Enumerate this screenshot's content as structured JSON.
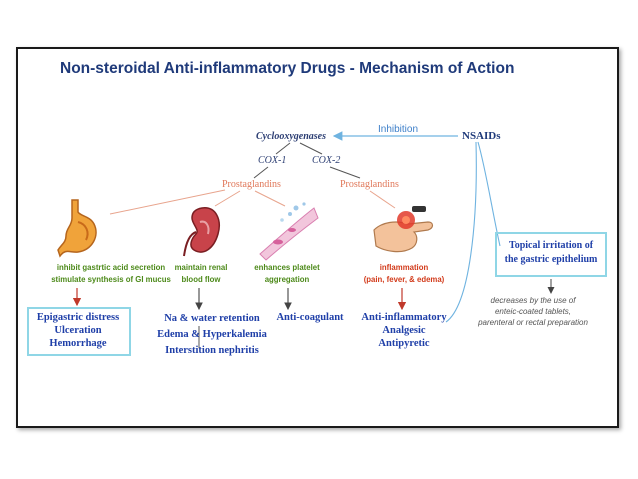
{
  "title": "Non-steroidal Anti-inflammatory Drugs - Mechanism of Action",
  "nodes": {
    "cyclooxygenases": "Cyclooxygenases",
    "inhibition": "Inhibition",
    "nsaids": "NSAIDs",
    "cox1": "COX-1",
    "cox2": "COX-2",
    "prostaglandins_1": "Prostaglandins",
    "prostaglandins_2": "Prostaglandins"
  },
  "effects": {
    "gastric": [
      "inhibit gastrtic acid secretion",
      "stimulate synthesis of GI mucus"
    ],
    "renal": [
      "maintain renal",
      "blood flow"
    ],
    "platelet": [
      "enhances platelet",
      "aggregation"
    ],
    "inflammation": [
      "inflammation",
      "(pain, fever, & edema)"
    ]
  },
  "outcomes": {
    "gastric": [
      "Epigastric distress",
      "Ulceration",
      "Hemorrhage"
    ],
    "renal": [
      "Na & water retention",
      "Edema & Hyperkalemia",
      "Interstition nephritis"
    ],
    "platelet": [
      "Anti-coagulant"
    ],
    "inflammation": [
      "Anti-inflammatory",
      "Analgesic",
      "Antipyretic"
    ]
  },
  "topical": {
    "label": [
      "Topical irritation of",
      "the gastric epithelium"
    ],
    "note": [
      "decreases by the use of",
      "enteic-coated tablets,",
      "parenteral or rectal preparation"
    ]
  },
  "colors": {
    "title": "#1f3a7a",
    "prostaglandins": "#e0785a",
    "effect_green": "#4d8a1a",
    "effect_red": "#d23a1a",
    "outcome_blue": "#1f3fa8",
    "box_border": "#8fd6e6",
    "inhibition_line": "#6fb3e0"
  },
  "icons": [
    "stomach-icon",
    "kidney-icon",
    "platelet-icon",
    "inflamed-hand-icon"
  ]
}
